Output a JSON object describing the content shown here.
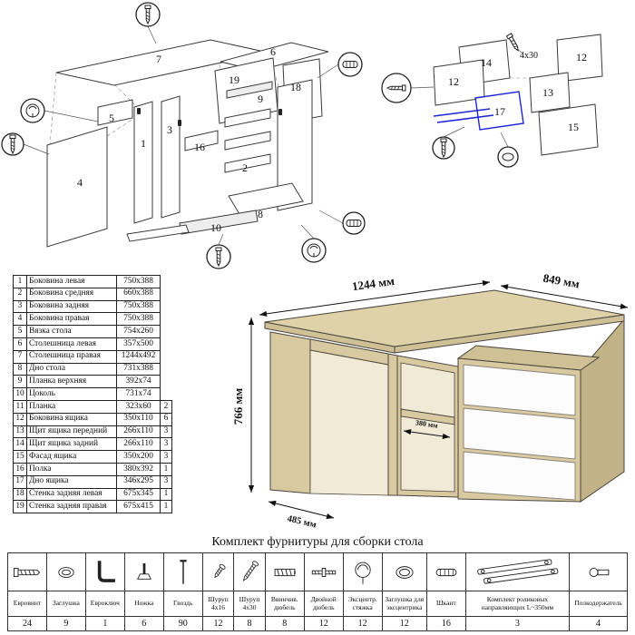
{
  "parts_table": {
    "rows": [
      {
        "num": "1",
        "name": "Боковина левая",
        "size": "750x388",
        "qty": ""
      },
      {
        "num": "2",
        "name": "Боковина средняя",
        "size": "660x388",
        "qty": ""
      },
      {
        "num": "3",
        "name": "Боковина задняя",
        "size": "750x388",
        "qty": ""
      },
      {
        "num": "4",
        "name": "Боковина правая",
        "size": "750x388",
        "qty": ""
      },
      {
        "num": "5",
        "name": "Вязка стола",
        "size": "754x260",
        "qty": ""
      },
      {
        "num": "6",
        "name": "Столешница левая",
        "size": "357x500",
        "qty": ""
      },
      {
        "num": "7",
        "name": "Столешница правая",
        "size": "1244x492",
        "qty": ""
      },
      {
        "num": "8",
        "name": "Дно стола",
        "size": "731x388",
        "qty": ""
      },
      {
        "num": "9",
        "name": "Планка верхняя",
        "size": "392x74",
        "qty": ""
      },
      {
        "num": "10",
        "name": "Цоколь",
        "size": "731x74",
        "qty": ""
      },
      {
        "num": "11",
        "name": "Планка",
        "size": "323x60",
        "qty": "2"
      },
      {
        "num": "12",
        "name": "Боковина ящика",
        "size": "350x110",
        "qty": "6"
      },
      {
        "num": "13",
        "name": "Щит ящика передний",
        "size": "266x110",
        "qty": "3"
      },
      {
        "num": "14",
        "name": "Щит ящика задний",
        "size": "266x110",
        "qty": "3"
      },
      {
        "num": "15",
        "name": "Фасад ящика",
        "size": "350x200",
        "qty": "3"
      },
      {
        "num": "16",
        "name": "Полка",
        "size": "380x392",
        "qty": "1"
      },
      {
        "num": "17",
        "name": "Дно ящика",
        "size": "346x295",
        "qty": "3"
      },
      {
        "num": "18",
        "name": "Стенка задняя левая",
        "size": "675x345",
        "qty": "1"
      },
      {
        "num": "19",
        "name": "Стенка задняя правая",
        "size": "675x415",
        "qty": "1"
      }
    ]
  },
  "desk_dimensions": {
    "width": "1244 мм",
    "depth": "849 мм",
    "height": "766 мм",
    "shelf_depth": "380 мм",
    "left_depth": "485 мм"
  },
  "exploded": {
    "left_labels": [
      "7",
      "6",
      "19",
      "18",
      "5",
      "3",
      "16",
      "2",
      "1",
      "9",
      "10",
      "8",
      "4"
    ],
    "right_labels": [
      "14",
      "12",
      "12",
      "13",
      "17",
      "15"
    ],
    "screw_note": "4х30"
  },
  "hardware": {
    "title": "Комплект фурнитуры для сборки стола",
    "items": [
      {
        "icon": "confirmat-screw",
        "label": "Евровинт",
        "qty": "24"
      },
      {
        "icon": "cap",
        "label": "Заглушка",
        "qty": "9"
      },
      {
        "icon": "hex-key",
        "label": "Евроключ",
        "qty": "1"
      },
      {
        "icon": "foot-glide",
        "label": "Ножка",
        "qty": "6"
      },
      {
        "icon": "nail",
        "label": "Гвоздь",
        "qty": "90"
      },
      {
        "icon": "screw-4x16",
        "label": "Шуруп 4x16",
        "qty": "12"
      },
      {
        "icon": "screw-4x30",
        "label": "Шуруп 4x30",
        "qty": "8"
      },
      {
        "icon": "screw-in-dowel",
        "label": "Ввинчив. дюбель",
        "qty": "8"
      },
      {
        "icon": "double-dowel",
        "label": "Двойной дюбель",
        "qty": "12"
      },
      {
        "icon": "cam-lock",
        "label": "Эксцентр. стяжка",
        "qty": "12"
      },
      {
        "icon": "cam-cap",
        "label": "Заглушка для эксцентрика",
        "qty": "12"
      },
      {
        "icon": "wood-dowel",
        "label": "Шкант",
        "qty": "16"
      },
      {
        "icon": "roller-slides",
        "label": "Комплект роликовых направляющих L~350мм",
        "qty": "3"
      },
      {
        "icon": "shelf-support",
        "label": "Полкодержатель",
        "qty": "4"
      }
    ]
  },
  "colors": {
    "wood": "#d8c9a0",
    "drawer_front": "#fcfcfc",
    "highlight_blue": "#2026d6"
  }
}
